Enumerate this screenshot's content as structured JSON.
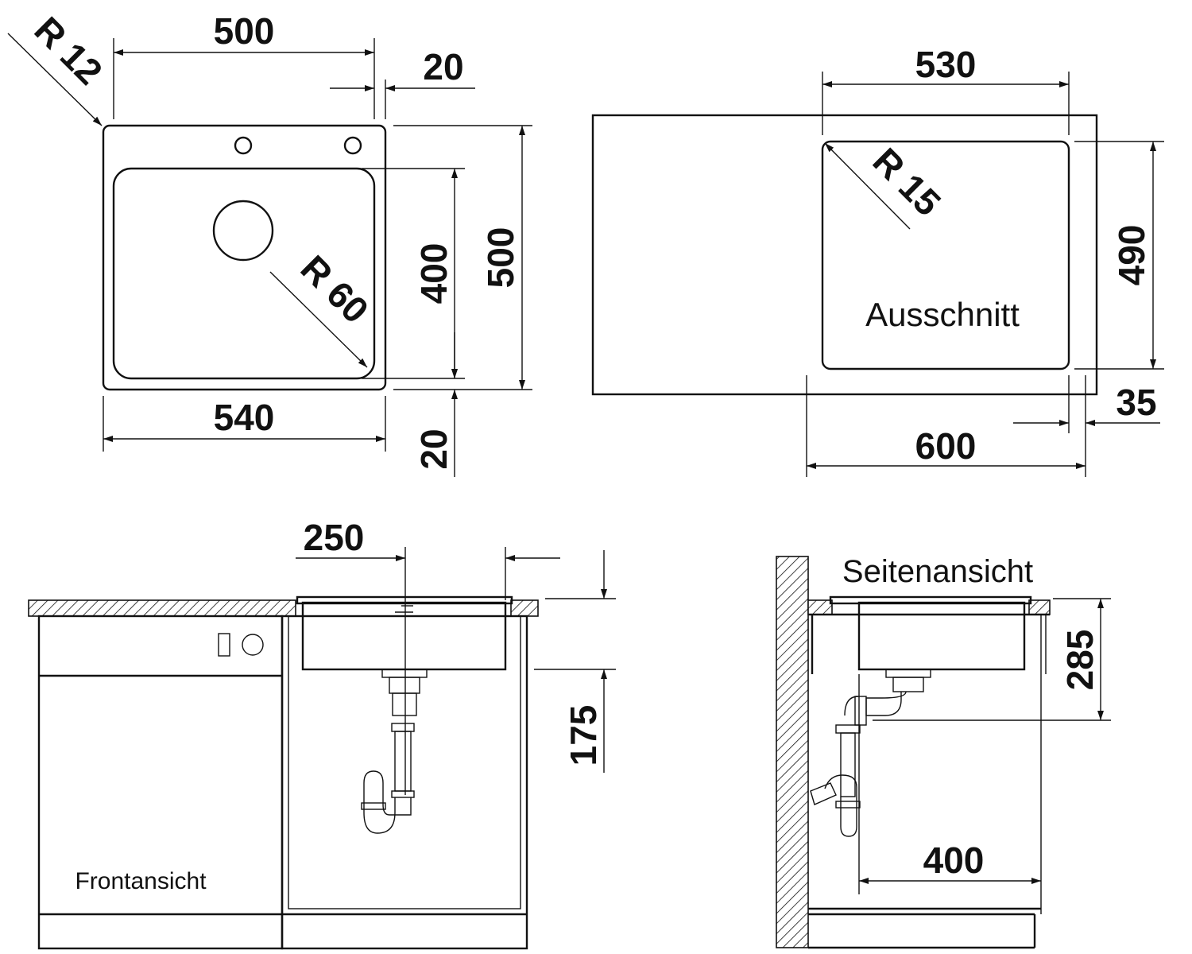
{
  "top_view": {
    "dim_width_inner": "500",
    "dim_rim": "20",
    "dim_radius_corner": "R 12",
    "dim_radius_bowl": "R 60",
    "dim_bowl_depth": "400",
    "dim_height": "500",
    "dim_width_total": "540",
    "dim_bottom_rim": "20"
  },
  "cutout_view": {
    "dim_cutout_width": "530",
    "dim_radius": "R 15",
    "dim_cutout_height": "490",
    "dim_offset": "35",
    "dim_cabinet_width": "600",
    "label": "Ausschnitt"
  },
  "front_view": {
    "dim_drain_offset": "250",
    "dim_depth": "175",
    "label": "Frontansicht"
  },
  "side_view": {
    "dim_height": "285",
    "dim_depth": "400",
    "label": "Seitenansicht"
  },
  "colors": {
    "line": "#111111",
    "background": "#ffffff"
  }
}
